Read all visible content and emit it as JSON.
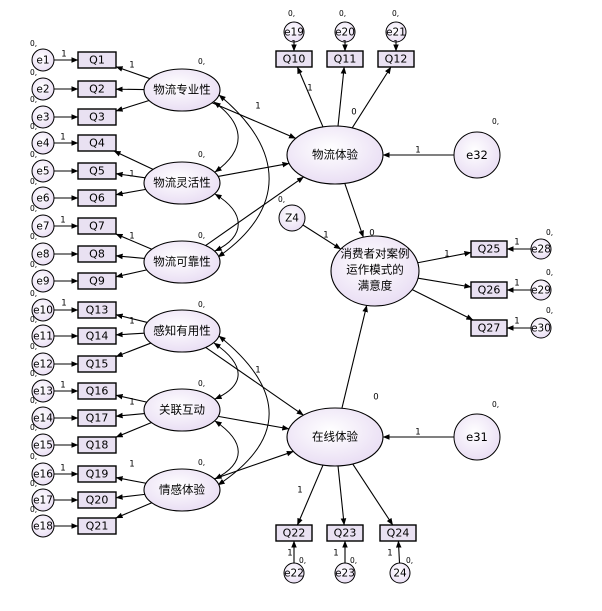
{
  "latent": {
    "wlzy": "物流专业性",
    "wllh": "物流灵活性",
    "wlkk": "物流可靠性",
    "wlty": "物流体验",
    "gzyy": "感知有用性",
    "glhd": "关联互动",
    "qgty": "情感体验",
    "zxty": "在线体验",
    "sat": [
      "消费者对案例",
      "运作模式的",
      "满意度"
    ]
  },
  "disturbance": {
    "e32": "e32",
    "e31": "e31",
    "z4": "Z4"
  },
  "observed": {
    "q1": "Q1",
    "q2": "Q2",
    "q3": "Q3",
    "q4": "Q4",
    "q5": "Q5",
    "q6": "Q6",
    "q7": "Q7",
    "q8": "Q8",
    "q9": "Q9",
    "q10": "Q10",
    "q11": "Q11",
    "q12": "Q12",
    "q13": "Q13",
    "q14": "Q14",
    "q15": "Q15",
    "q16": "Q16",
    "q17": "Q17",
    "q18": "Q18",
    "q19": "Q19",
    "q20": "Q20",
    "q21": "Q21",
    "q22": "Q22",
    "q23": "Q23",
    "q24": "Q24",
    "q25": "Q25",
    "q26": "Q26",
    "q27": "Q27"
  },
  "errors": {
    "e1": "e1",
    "e2": "e2",
    "e3": "e3",
    "e4": "e4",
    "e5": "e5",
    "e6": "e6",
    "e7": "e7",
    "e8": "e8",
    "e9": "e9",
    "e10": "e10",
    "e11": "e11",
    "e12": "e12",
    "e13": "e13",
    "e14": "e14",
    "e15": "e15",
    "e16": "e16",
    "e17": "e17",
    "e18": "e18",
    "e19": "e19",
    "e20": "e20",
    "e21": "e21",
    "e22": "e22",
    "e23": "e23",
    "e24": "24",
    "e28": "e28",
    "e29": "e29",
    "e30": "e30"
  },
  "coef": {
    "one": "1",
    "zero": "0",
    "variance": "0,"
  }
}
